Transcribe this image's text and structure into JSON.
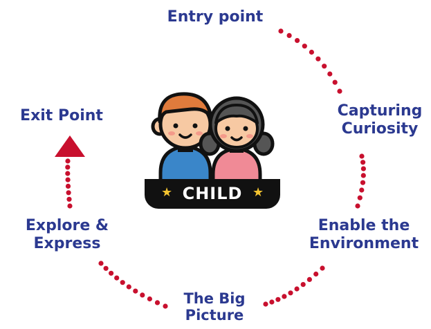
{
  "center": {
    "badge_text": "CHILD"
  },
  "stages": {
    "entry": [
      "Entry point"
    ],
    "capturing": [
      "Capturing",
      "Curiosity"
    ],
    "enable": [
      "Enable the",
      "Environment"
    ],
    "big_picture": [
      "The Big",
      "Picture"
    ],
    "explore": [
      "Explore &",
      "Express"
    ],
    "exit": [
      "Exit Point"
    ]
  },
  "colors": {
    "label_text": "#2b3990",
    "dots": "#c8102e",
    "arrow": "#c8102e",
    "badge_bg": "#111111",
    "badge_star": "#f4c430"
  },
  "icons": {
    "center": "children-icon",
    "arrow": "arrow-up-icon"
  }
}
